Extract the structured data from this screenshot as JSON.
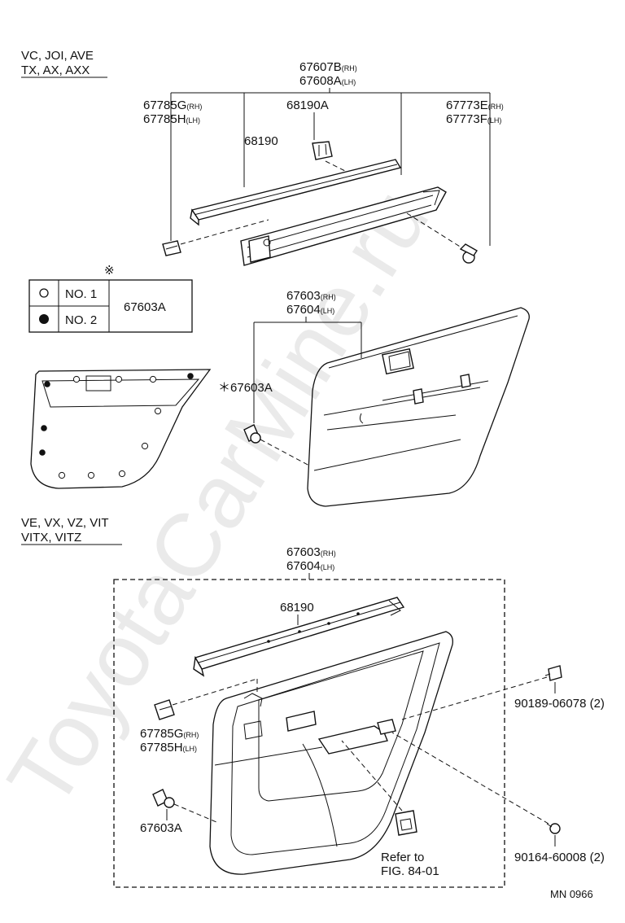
{
  "watermark": "ToyotaCarMine.ru",
  "section1": {
    "models_line1": "VC, JOI, AVE",
    "models_line2": "TX, AX, AXX",
    "labels": {
      "p67607B": "67607B",
      "p67607B_sub": "(RH)",
      "p67608A": "67608A",
      "p67608A_sub": "(LH)",
      "p67785G": "67785G",
      "p67785G_sub": "(RH)",
      "p67785H": "67785H",
      "p67785H_sub": "(LH)",
      "p68190A": "68190A",
      "p68190": "68190",
      "p67773E": "67773E",
      "p67773E_sub": "(RH)",
      "p67773F": "67773F",
      "p67773F_sub": "(LH)",
      "p67603": "67603",
      "p67603_sub": "(RH)",
      "p67604": "67604",
      "p67604_sub": "(LH)",
      "p67603A_star": "67603A"
    }
  },
  "legend": {
    "mark": "※",
    "rows": [
      {
        "symbol": "○",
        "label": "NO. 1"
      },
      {
        "symbol": "●",
        "label": "NO. 2"
      }
    ],
    "part": "67603A"
  },
  "section2": {
    "models_line1": "VE, VX, VZ, VIT",
    "models_line2": "VITX, VITZ",
    "labels": {
      "p67603": "67603",
      "p67603_sub": "(RH)",
      "p67604": "67604",
      "p67604_sub": "(LH)",
      "p68190": "68190",
      "p67785G": "67785G",
      "p67785G_sub": "(RH)",
      "p67785H": "67785H",
      "p67785H_sub": "(LH)",
      "p67603A": "67603A",
      "p90189": "90189-06078 (2)",
      "p90164": "90164-60008 (2)",
      "refer1": "Refer to",
      "refer2": "FIG. 84-01"
    }
  },
  "code": "MN 0966"
}
